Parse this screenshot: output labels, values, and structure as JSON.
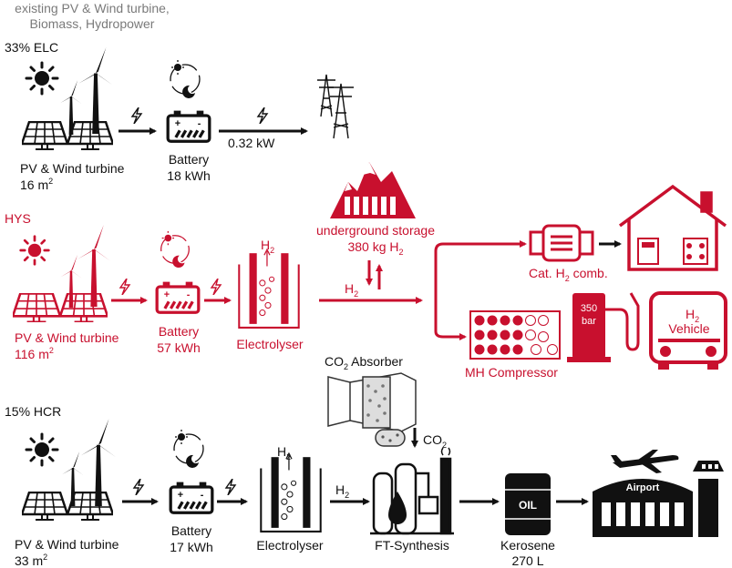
{
  "colors": {
    "black": "#111111",
    "red": "#c8102e",
    "gray": "#7a7a7a"
  },
  "header": {
    "line1": "existing PV & Wind turbine,",
    "line2": "Biomass, Hydropower"
  },
  "elc": {
    "label": "33% ELC",
    "source_label": "PV & Wind turbine",
    "source_area": "16 m",
    "battery_label": "Battery",
    "battery_cap": "18 kWh",
    "power": "0.32 kW"
  },
  "hys": {
    "label": "HYS",
    "source_label": "PV & Wind turbine",
    "source_area": "116 m",
    "battery_label": "Battery",
    "battery_cap": "57 kWh",
    "electrolyser": "Electrolyser",
    "h2_top": "H",
    "h2_line": "H",
    "storage_label": "underground storage",
    "storage_amount": "380 kg H",
    "cat_label": "Cat. H",
    "cat_label_end": " comb.",
    "mh_label": "MH Compressor",
    "pump_text1": "350",
    "pump_text2": "bar",
    "vehicle_h2": "H",
    "vehicle_label": "Vehicle"
  },
  "hcr": {
    "label": "15% HCR",
    "source_label": "PV & Wind turbine",
    "source_area": "33 m",
    "battery_label": "Battery",
    "battery_cap": "17 kWh",
    "electrolyser": "Electrolyser",
    "h2_top": "H",
    "h2_line": "H",
    "absorber_label": "CO",
    "absorber_label_end": " Absorber",
    "co2": "CO",
    "ft_label": "FT-Synthesis",
    "oil_text": "OIL",
    "kerosene_label": "Kerosene",
    "kerosene_amount": "270 L",
    "airport_text": "Airport"
  },
  "subscripts": {
    "two": "2"
  }
}
